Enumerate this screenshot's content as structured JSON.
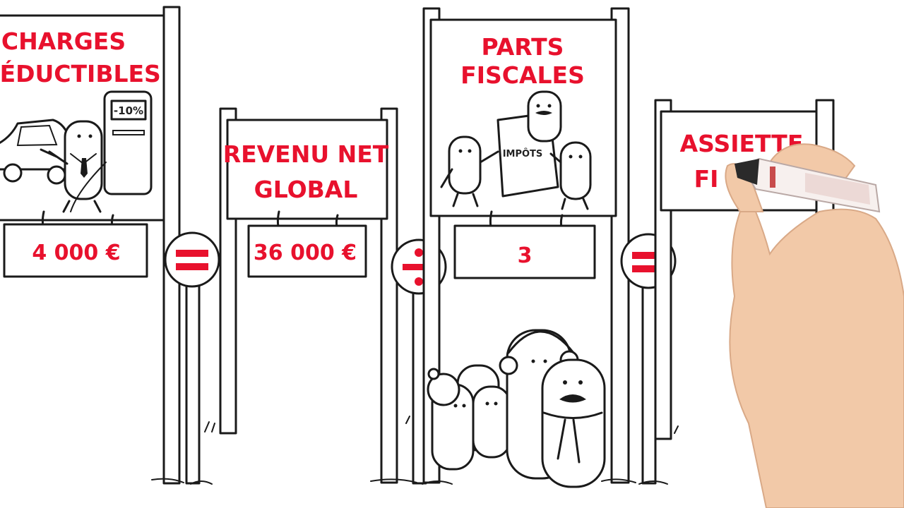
{
  "panels": [
    {
      "title_lines": [
        "CHARGES",
        "DÉDUCTIBLES"
      ],
      "value": "4 000 €"
    },
    {
      "title_lines": [
        "REVENU NET",
        "GLOBAL"
      ],
      "value": "36 000 €"
    },
    {
      "title_lines": [
        "PARTS",
        "FISCALES"
      ],
      "value": "3"
    },
    {
      "title_lines": [
        "ASSIETTE",
        "FI"
      ]
    }
  ],
  "operators": [
    "equals-icon",
    "divide-icon",
    "equals-icon"
  ],
  "labels": {
    "pump_label": "-10%",
    "document_label": "IMPÔTS"
  },
  "colors": {
    "accent": "#e8112d",
    "ink": "#1a1a1a",
    "background": "#ffffff"
  }
}
